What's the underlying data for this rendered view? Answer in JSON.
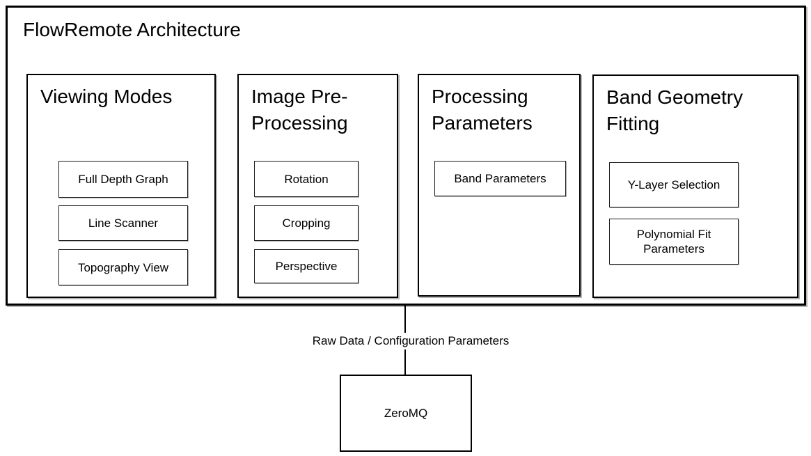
{
  "diagram": {
    "title": "FlowRemote Architecture",
    "groups": [
      {
        "title": "Viewing Modes",
        "items": [
          "Full Depth Graph",
          "Line Scanner",
          "Topography View"
        ]
      },
      {
        "title": "Image Pre-Processing",
        "items": [
          "Rotation",
          "Cropping",
          "Perspective"
        ]
      },
      {
        "title": "Processing Parameters",
        "items": [
          "Band Parameters"
        ]
      },
      {
        "title": "Band Geometry Fitting",
        "items": [
          "Y-Layer Selection",
          "Polynomial Fit Parameters"
        ]
      }
    ],
    "connector": {
      "label": "Raw Data / Configuration Parameters"
    },
    "external_node": {
      "label": "ZeroMQ"
    },
    "colors": {
      "background": "#ffffff",
      "border": "#000000",
      "text": "#000000",
      "shadow": "#787878"
    }
  }
}
